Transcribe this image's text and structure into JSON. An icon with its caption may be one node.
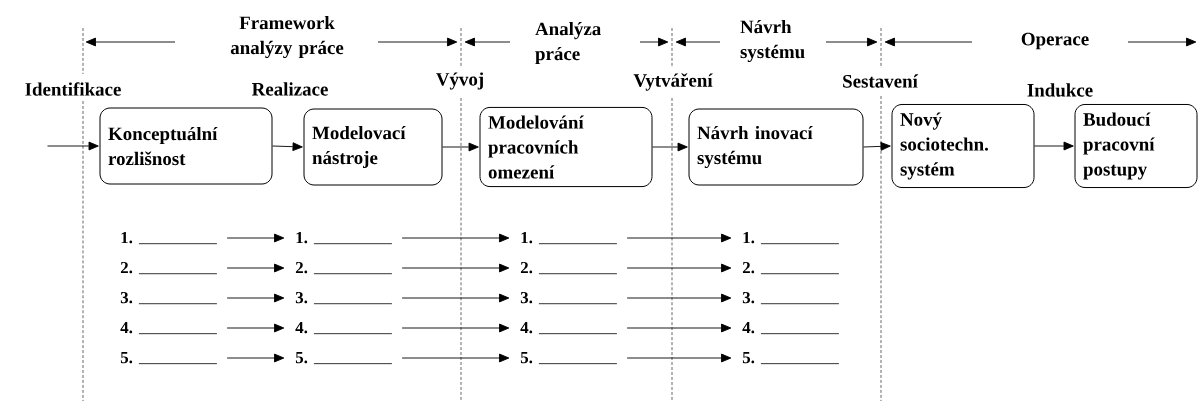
{
  "diagram": {
    "nodes": [
      {
        "text": [
          "Konceptuální rozlišnost"
        ]
      },
      {
        "text": [
          "Modelovací nástroje"
        ]
      },
      {
        "text": [
          "Modelování pracovních omezení"
        ]
      },
      {
        "text": [
          "Návrh inovací systému"
        ]
      },
      {
        "text": [
          "Nový sociotechn. systém"
        ]
      },
      {
        "text": [
          "Budoucí pracovní postupy"
        ]
      },
      {
        "text": [
          "1."
        ]
      },
      {
        "text": [
          "2."
        ]
      },
      {
        "text": [
          "3."
        ]
      },
      {
        "text": [
          "4."
        ]
      },
      {
        "text": [
          "5."
        ]
      },
      {
        "text": [
          "1."
        ]
      },
      {
        "text": [
          "2."
        ]
      },
      {
        "text": [
          "3."
        ]
      },
      {
        "text": [
          "4."
        ]
      },
      {
        "text": [
          "5."
        ]
      },
      {
        "text": [
          "1."
        ]
      },
      {
        "text": [
          "2."
        ]
      },
      {
        "text": [
          "3."
        ]
      },
      {
        "text": [
          "4."
        ]
      },
      {
        "text": [
          "5."
        ]
      },
      {
        "text": [
          "1."
        ]
      },
      {
        "text": [
          "2."
        ]
      },
      {
        "text": [
          "3."
        ]
      },
      {
        "text": [
          "4."
        ]
      },
      {
        "text": [
          "5."
        ]
      }
    ],
    "edges": [
      {
        "from": null,
        "to": 0,
        "arrow": "to"
      },
      {
        "from": 0,
        "to": 1,
        "arrow": "to"
      },
      {
        "from": 1,
        "to": 2,
        "arrow": "to"
      },
      {
        "from": 2,
        "to": 3,
        "arrow": "to"
      },
      {
        "from": 3,
        "to": 4,
        "arrow": "to"
      },
      {
        "from": 4,
        "to": 5,
        "arrow": "to"
      },
      {
        "from": 6,
        "to": 11,
        "arrow": "to"
      },
      {
        "from": 7,
        "to": 12,
        "arrow": "to"
      },
      {
        "from": 8,
        "to": 13,
        "arrow": "to"
      },
      {
        "from": 9,
        "to": 14,
        "arrow": "to"
      },
      {
        "from": 10,
        "to": 15,
        "arrow": "to"
      },
      {
        "from": 11,
        "to": 16,
        "arrow": "to"
      },
      {
        "from": 12,
        "to": 17,
        "arrow": "to"
      },
      {
        "from": 13,
        "to": 18,
        "arrow": "to"
      },
      {
        "from": 14,
        "to": 19,
        "arrow": "to"
      },
      {
        "from": 15,
        "to": 20,
        "arrow": "to"
      },
      {
        "from": 16,
        "to": 21,
        "arrow": "to"
      },
      {
        "from": 17,
        "to": 22,
        "arrow": "to"
      },
      {
        "from": 18,
        "to": 23,
        "arrow": "to"
      },
      {
        "from": 19,
        "to": 24,
        "arrow": "to"
      },
      {
        "from": 20,
        "to": 25,
        "arrow": "to"
      }
    ],
    "labels": [
      "Framework analýzy práce",
      "Analýza práce",
      "Návrh systému",
      "Operace",
      "Identifikace",
      "Realizace",
      "Vývoj",
      "Vytváření",
      "Sestavení",
      "Indukce"
    ]
  }
}
